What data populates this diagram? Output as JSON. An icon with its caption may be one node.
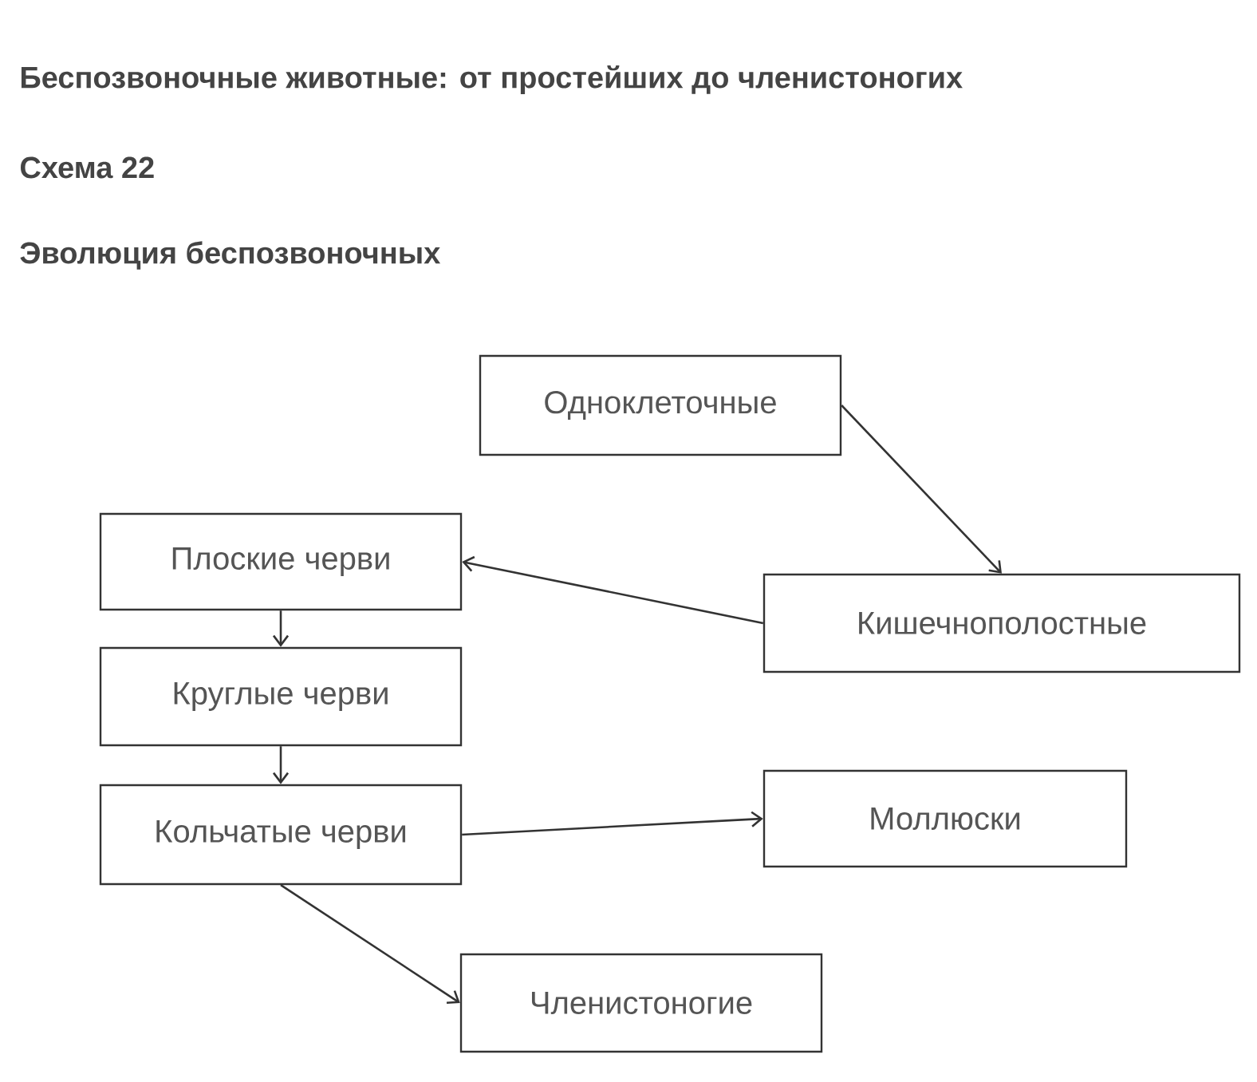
{
  "diagram": {
    "title": "Беспозвоночные животные: от простейших до членистоногих",
    "nodes": [
      {
        "text": [
          "Одноклеточные"
        ]
      },
      {
        "text": [
          "Плоские черви"
        ]
      },
      {
        "text": [
          "Кишечнополостные"
        ]
      },
      {
        "text": [
          "Круглые черви"
        ]
      },
      {
        "text": [
          "Кольчатые черви"
        ]
      },
      {
        "text": [
          "Моллюски"
        ]
      },
      {
        "text": [
          "Членистоногие"
        ]
      }
    ],
    "edges": [
      {
        "from": 0,
        "to": 2,
        "arrow": "to"
      },
      {
        "from": 2,
        "to": 1,
        "arrow": "to"
      },
      {
        "from": 1,
        "to": 3,
        "arrow": "to"
      },
      {
        "from": 3,
        "to": 4,
        "arrow": "to"
      },
      {
        "from": 4,
        "to": 5,
        "arrow": "to"
      },
      {
        "from": 4,
        "to": 6,
        "arrow": "to"
      }
    ],
    "labels": [
      "Схема 22",
      "Эволюция беспозвоночных"
    ]
  }
}
